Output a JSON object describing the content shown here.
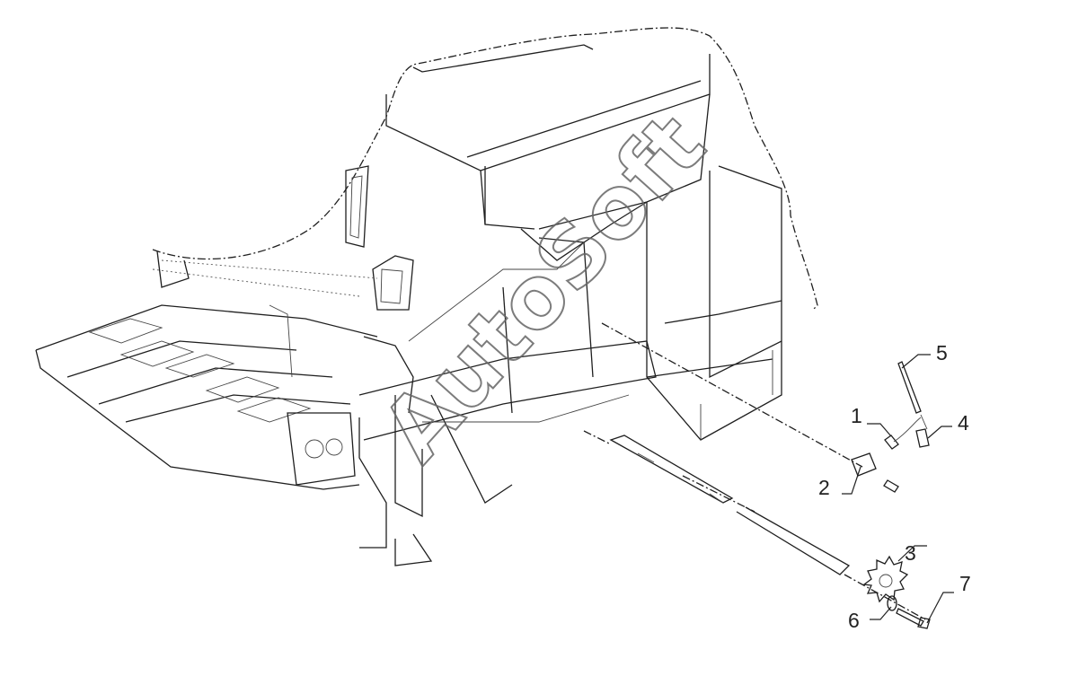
{
  "watermark": {
    "text": "AutoSoft"
  },
  "callouts": [
    {
      "id": "1",
      "label": "1"
    },
    {
      "id": "2",
      "label": "2"
    },
    {
      "id": "3",
      "label": "3"
    },
    {
      "id": "4",
      "label": "4"
    },
    {
      "id": "5",
      "label": "5"
    },
    {
      "id": "6",
      "label": "6"
    },
    {
      "id": "7",
      "label": "7"
    }
  ]
}
